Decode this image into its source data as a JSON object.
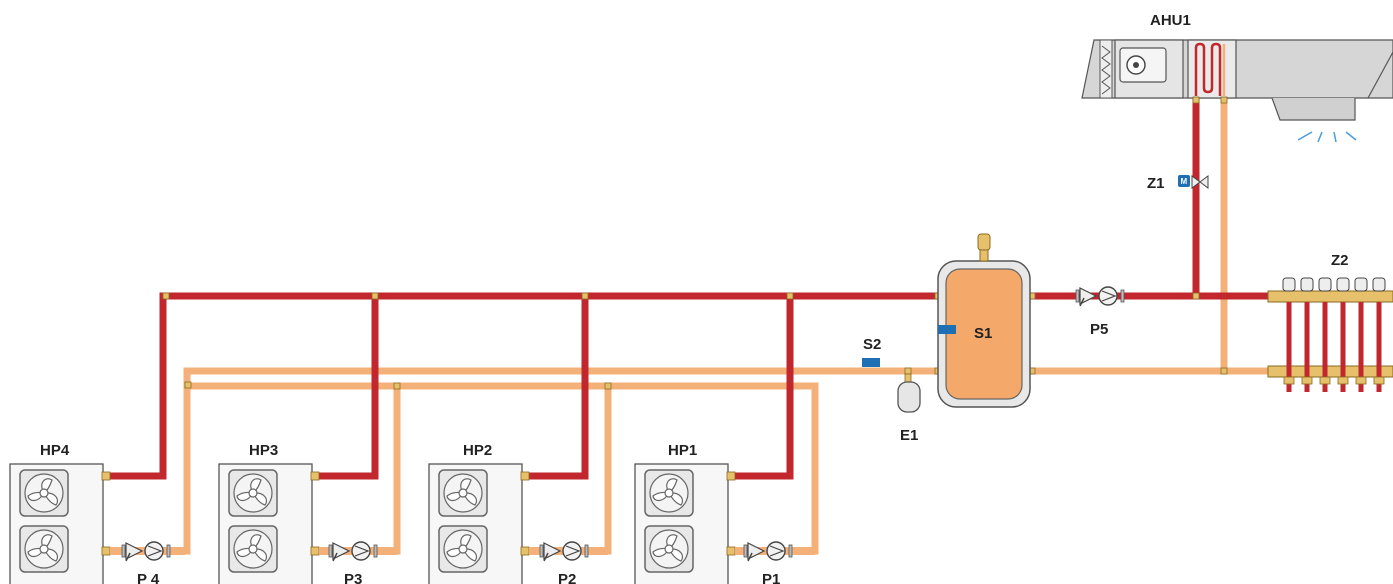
{
  "labels": {
    "ahu": "AHU1",
    "z1": "Z1",
    "z1_actuator": "M",
    "z2": "Z2",
    "s1": "S1",
    "s2": "S2",
    "e1": "E1",
    "p5": "P5",
    "hp4": "HP4",
    "hp3": "HP3",
    "hp2": "HP2",
    "hp1": "HP1",
    "p4": "P 4",
    "p3": "P3",
    "p2": "P2",
    "p1": "P1"
  },
  "colors": {
    "supply_pipe": "#c1272d",
    "return_pipe": "#f3b078",
    "tank_fill": "#f4a96a",
    "sensor": "#1f6fb5",
    "duct": "#c8c8c8"
  }
}
